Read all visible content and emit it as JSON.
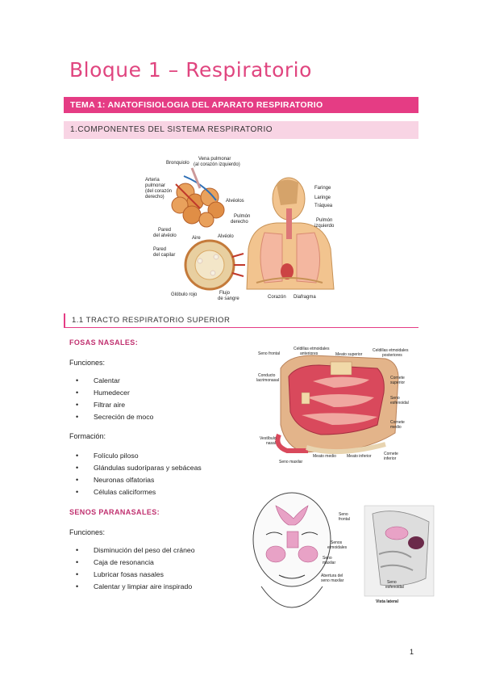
{
  "title": "Bloque 1 – Respiratorio",
  "tema": "TEMA 1: ANATOFISIOLOGIA DEL APARATO RESPIRATORIO",
  "section1": "1.COMPONENTES DEL SISTEMA RESPIRATORIO",
  "section11": "1.1 TRACTO RESPIRATORIO SUPERIOR",
  "fosas": {
    "heading": "FOSAS NASALES:",
    "funciones_label": "Funciones:",
    "funciones": [
      "Calentar",
      "Humedecer",
      "Filtrar aire",
      "Secreción de moco"
    ],
    "formacion_label": "Formación:",
    "formacion": [
      "Folículo piloso",
      "Glándulas sudoríparas y sebáceas",
      "Neuronas olfatorias",
      "Células caliciformes"
    ]
  },
  "senos": {
    "heading": "SENOS PARANASALES:",
    "funciones_label": "Funciones:",
    "funciones": [
      "Disminución del peso del cráneo",
      "Caja de resonancia",
      "Lubricar fosas nasales",
      "Calentar y limpiar aire inspirado"
    ]
  },
  "fig1": {
    "labels": {
      "bronquiolo": "Bronquiolo",
      "vena1": "Vena pulmonar",
      "vena2": "(al corazón izquierdo)",
      "arteria1": "Arteria",
      "arteria2": "pulmonar",
      "arteria3": "(del corazón",
      "arteria4": "derecho)",
      "alveolos": "Alvéolos",
      "pulmonder1": "Pulmón",
      "pulmonder2": "derecho",
      "pared1": "Pared",
      "pared2": "del alvéolo",
      "aire": "Aire",
      "alveolo": "Alvéolo",
      "paredcap1": "Pared",
      "paredcap2": "del capilar",
      "globulo": "Glóbulo rojo",
      "flujo1": "Flujo",
      "flujo2": "de sangre",
      "faringe": "Faringe",
      "laringe": "Laringe",
      "traquea": "Tráquea",
      "pulmonizq1": "Pulmón",
      "pulmonizq2": "izquierdo",
      "corazon": "Corazón",
      "diafragma": "Diafragma"
    }
  },
  "fig2": {
    "labels": {
      "senofrontal": "Seno frontal",
      "celdant1": "Celdillas etmoidales",
      "celdant2": "anteriores",
      "meatosup": "Meato superior",
      "celdpost1": "Celdillas etmoidales",
      "celdpost2": "posteriores",
      "conducto1": "Conducto",
      "conducto2": "lacrimonasal",
      "cornetesup1": "Cornete",
      "cornetesup2": "superior",
      "senoesf1": "Seno",
      "senoesf2": "esfenoidal",
      "cornetemed1": "Cornete",
      "cornetemed2": "medio",
      "vestibulo1": "Vestíbulo",
      "vestibulo2": "nasal",
      "senomax": "Seno maxilar",
      "meatomed": "Meato medio",
      "meatoinf": "Meato inferior",
      "corneteinf1": "Cornete",
      "corneteinf2": "inferior"
    }
  },
  "fig3": {
    "labels": {
      "senofrontal1": "Seno",
      "senofrontal2": "frontal",
      "senosetm1": "Senos",
      "senosetm2": "etmoidales",
      "senomax1": "Seno",
      "senomax2": "maxilar",
      "abertura1": "Abertura del",
      "abertura2": "seno maxilar",
      "senoesf1": "Seno",
      "senoesf2": "esfenoidal",
      "vista": "Vista lateral"
    }
  },
  "page_number": "1"
}
